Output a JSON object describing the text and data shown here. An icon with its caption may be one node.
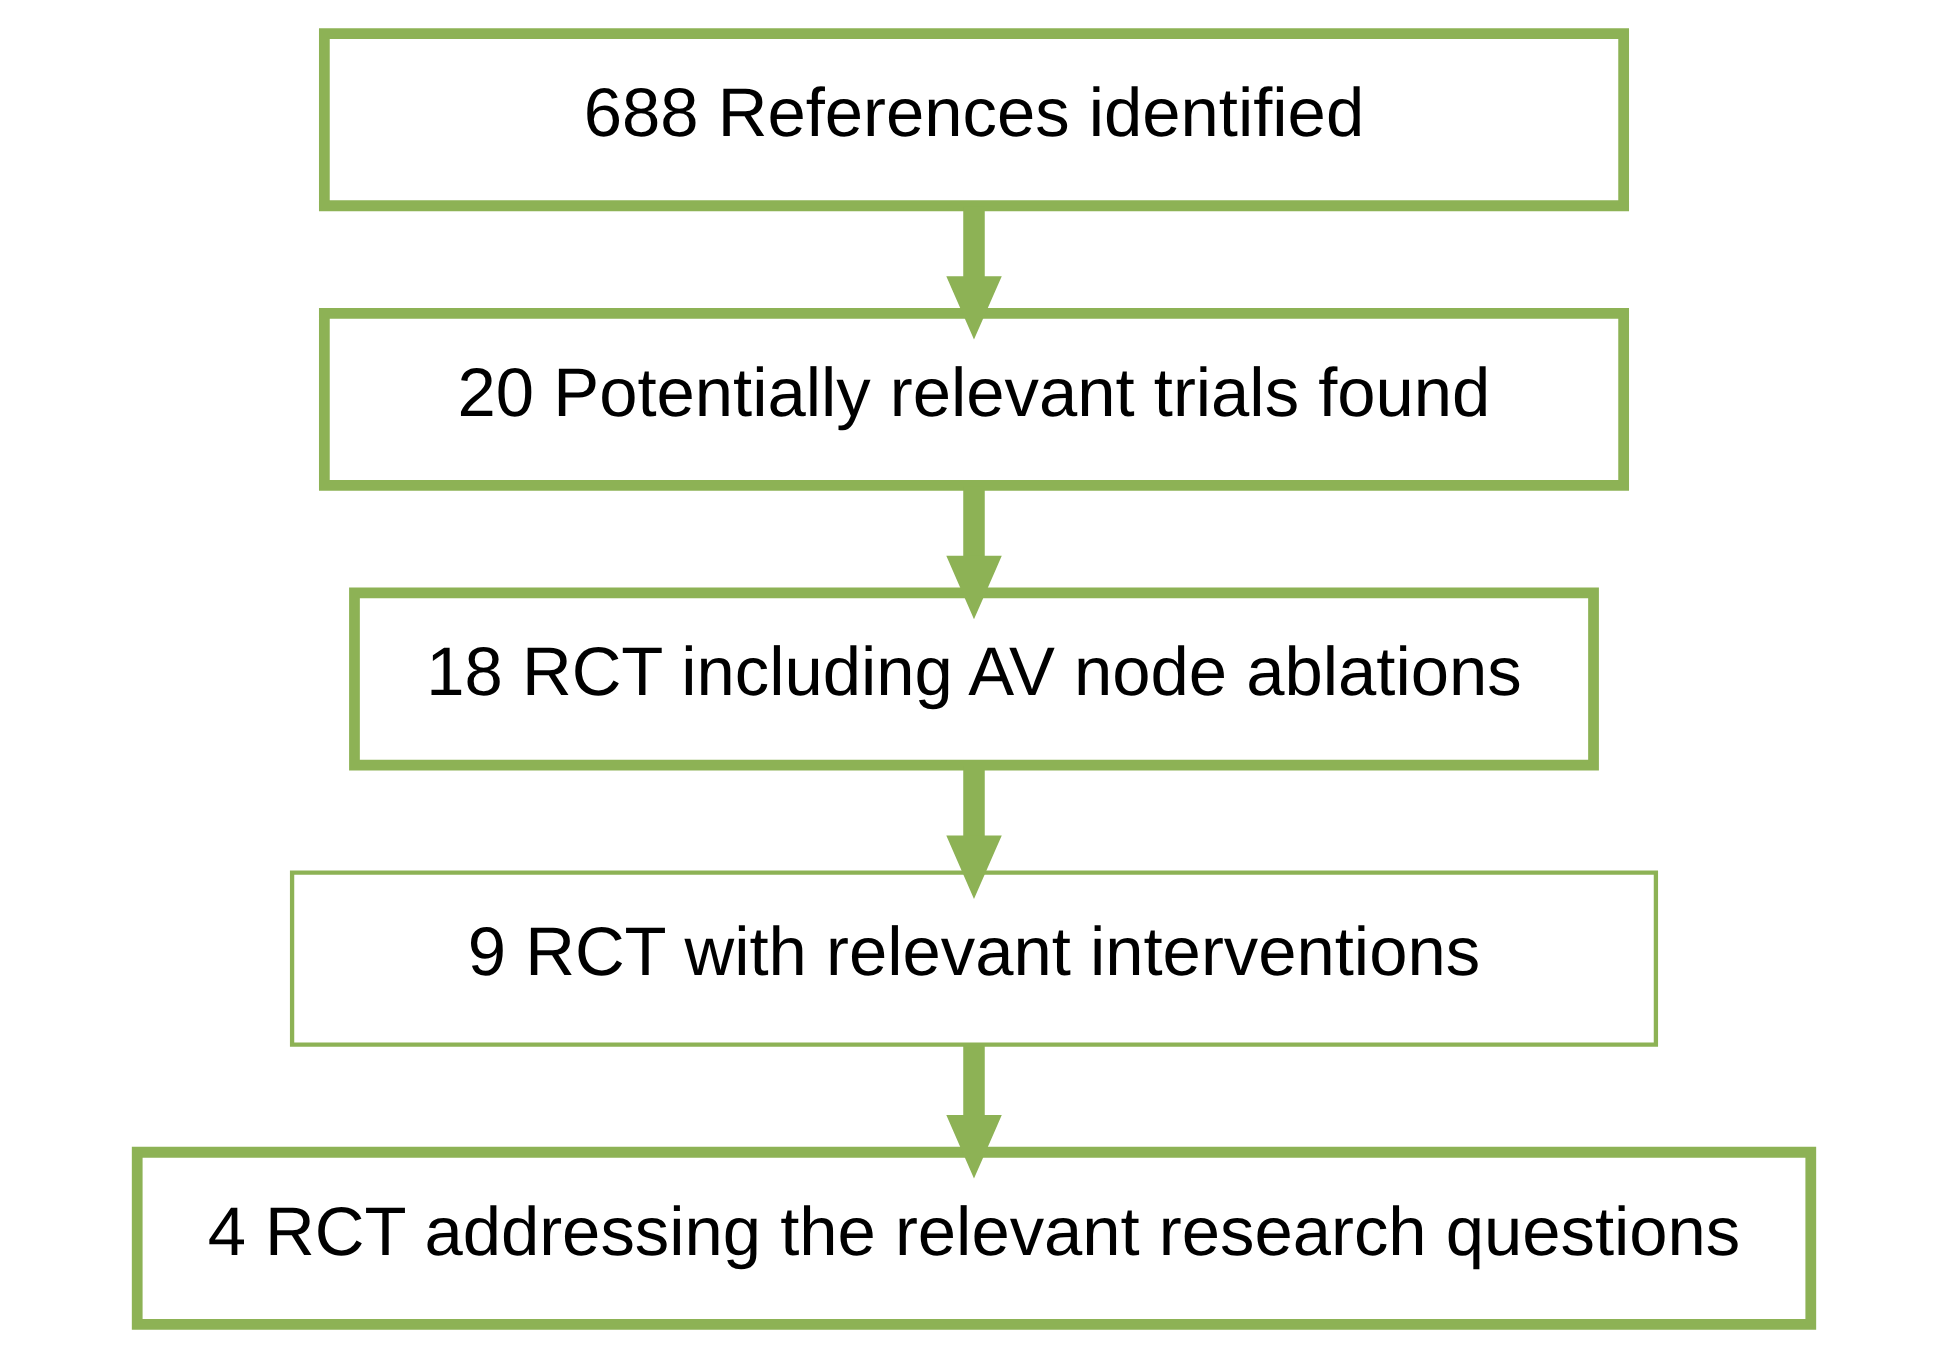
{
  "diagram": {
    "nodes": [
      {
        "text": [
          "688 References identified"
        ]
      },
      {
        "text": [
          "20 Potentially relevant trials found"
        ]
      },
      {
        "text": [
          "18 RCT including AV node ablations"
        ]
      },
      {
        "text": [
          "9 RCT with relevant interventions"
        ]
      },
      {
        "text": [
          "4 RCT addressing the relevant research questions"
        ]
      }
    ],
    "edges": [
      {
        "from": 0,
        "to": 1,
        "arrow": "to"
      },
      {
        "from": 1,
        "to": 2,
        "arrow": "to"
      },
      {
        "from": 2,
        "to": 3,
        "arrow": "to"
      },
      {
        "from": 3,
        "to": 4,
        "arrow": "to"
      }
    ]
  }
}
